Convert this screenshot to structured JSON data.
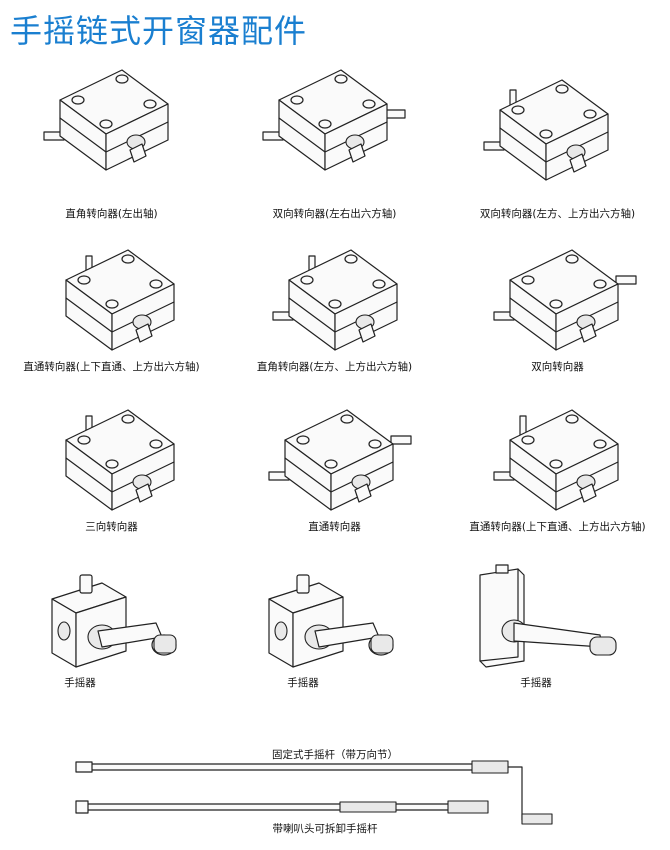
{
  "page_title": "手摇链式开窗器配件",
  "products": [
    {
      "caption": "直角转向器(左出轴)"
    },
    {
      "caption": "双向转向器(左右出六方轴)"
    },
    {
      "caption": "双向转向器(左方、上方出六方轴)"
    },
    {
      "caption": "直通转向器(上下直通、上方出六方轴)"
    },
    {
      "caption": "直角转向器(左方、上方出六方轴)"
    },
    {
      "caption": "双向转向器"
    },
    {
      "caption": "三向转向器"
    },
    {
      "caption": "直通转向器"
    },
    {
      "caption": "直通转向器(上下直通、上方出六方轴)"
    },
    {
      "caption": "手摇器"
    },
    {
      "caption": "手摇器"
    },
    {
      "caption": "手摇器"
    }
  ],
  "rods": [
    {
      "caption": "固定式手摇杆（带万向节）"
    },
    {
      "caption": "带喇叭头可拆卸手摇杆"
    }
  ]
}
